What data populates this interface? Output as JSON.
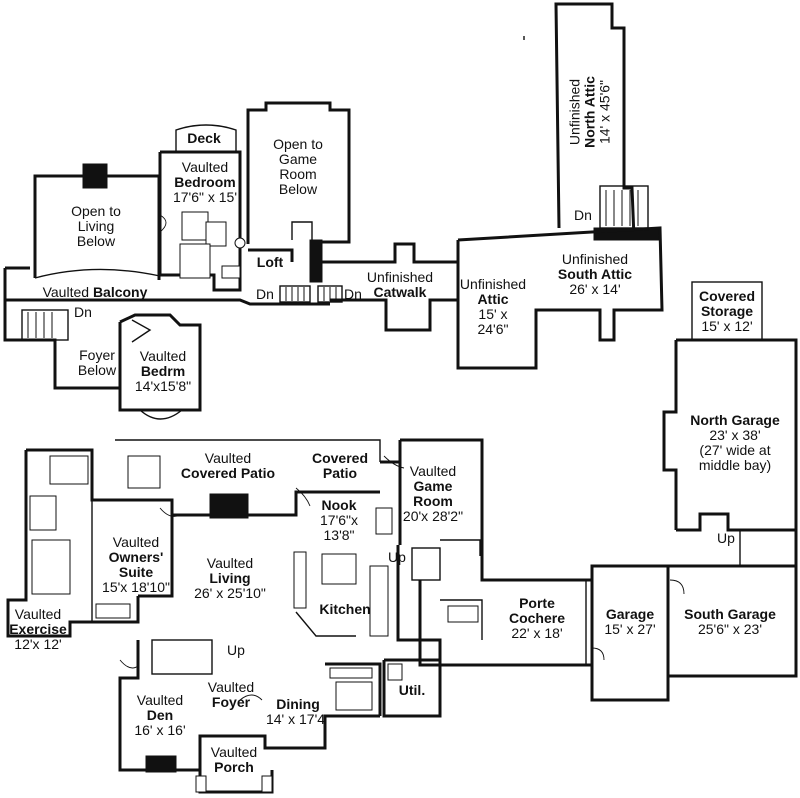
{
  "rooms": {
    "north_attic": {
      "l1": "Unfinished",
      "l2": "North Attic",
      "dim": "14' x 45'6\""
    },
    "deck": {
      "name": "Deck"
    },
    "bedroom": {
      "l1": "Vaulted",
      "l2": "Bedroom",
      "dim": "17'6\" x 15'"
    },
    "open_game": {
      "l1": "Open to",
      "l2": "Game",
      "l3": "Room",
      "l4": "Below"
    },
    "open_living": {
      "l1": "Open to",
      "l2": "Living",
      "l3": "Below"
    },
    "loft": {
      "name": "Loft"
    },
    "catwalk": {
      "l1": "Unfinished",
      "l2": "Catwalk"
    },
    "attic": {
      "l1": "Unfinished",
      "l2": "Attic",
      "dim1": "15' x",
      "dim2": "24'6\""
    },
    "south_attic": {
      "l1": "Unfinished",
      "l2": "South Attic",
      "dim": "26' x 14'"
    },
    "balcony": {
      "l1": "Vaulted",
      "l2": "Balcony"
    },
    "foyer_below": {
      "l1": "Foyer",
      "l2": "Below"
    },
    "bedrm": {
      "l1": "Vaulted",
      "l2": "Bedrm",
      "dim": "14'x15'8\""
    },
    "covered_storage": {
      "l1": "Covered",
      "l2": "Storage",
      "dim": "15' x 12'"
    },
    "north_garage": {
      "l1": "North Garage",
      "dim1": "23' x 38'",
      "dim2": "(27' wide at",
      "dim3": "middle bay)"
    },
    "covered_patio_v": {
      "l1": "Vaulted",
      "l2": "Covered Patio"
    },
    "covered_patio": {
      "l1": "Covered",
      "l2": "Patio"
    },
    "game_room": {
      "l1": "Vaulted",
      "l2": "Game",
      "l3": "Room",
      "dim": "20'x 28'2\""
    },
    "nook": {
      "l1": "Nook",
      "dim1": "17'6\"x",
      "dim2": "13'8\""
    },
    "owners_suite": {
      "l1": "Vaulted",
      "l2": "Owners'",
      "l3": "Suite",
      "dim": "15'x 18'10\""
    },
    "living": {
      "l1": "Vaulted",
      "l2": "Living",
      "dim": "26' x 25'10\""
    },
    "kitchen": {
      "name": "Kitchen"
    },
    "porte_cochere": {
      "l1": "Porte",
      "l2": "Cochere",
      "dim": "22' x 18'"
    },
    "garage": {
      "l1": "Garage",
      "dim": "15' x 27'"
    },
    "south_garage": {
      "l1": "South Garage",
      "dim": "25'6\" x 23'"
    },
    "exercise": {
      "l1": "Vaulted",
      "l2": "Exercise",
      "dim": "12'x 12'"
    },
    "den": {
      "l1": "Vaulted",
      "l2": "Den",
      "dim": "16' x 16'"
    },
    "foyer": {
      "l1": "Vaulted",
      "l2": "Foyer"
    },
    "dining": {
      "l1": "Dining",
      "dim": "14' x 17'4\""
    },
    "util": {
      "name": "Util."
    },
    "porch": {
      "l1": "Vaulted",
      "l2": "Porch"
    }
  },
  "stairs": {
    "dn": "Dn",
    "up": "Up"
  }
}
